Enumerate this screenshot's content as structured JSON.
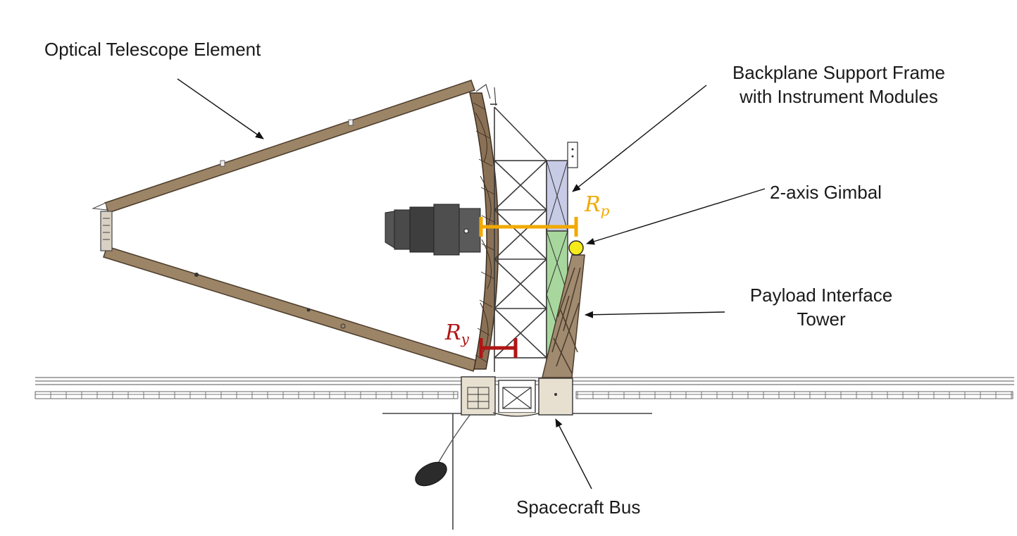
{
  "labels": {
    "ote": "Optical Telescope Element",
    "backplane_line1": "Backplane Support Frame",
    "backplane_line2": "with Instrument Modules",
    "gimbal": "2-axis Gimbal",
    "tower_line1": "Payload Interface",
    "tower_line2": "Tower",
    "bus": "Spacecraft Bus"
  },
  "symbols": {
    "rp": {
      "base": "R",
      "sub": "p",
      "color": "#f2a900"
    },
    "ry": {
      "base": "R",
      "sub": "y",
      "color": "#b01515"
    }
  },
  "colors": {
    "truss_tube": "#9c8466",
    "truss_edge": "#4a3b2a",
    "frame_line": "#3a3a3a",
    "instrument_blue": "#c7cbe6",
    "instrument_green": "#a7d79d",
    "gimbal_ball": "#f5ea1a",
    "bus_panel": "#e7e0d0",
    "barrel_dark": "#4a4a4a",
    "mirror_segment": "#8a7156"
  }
}
